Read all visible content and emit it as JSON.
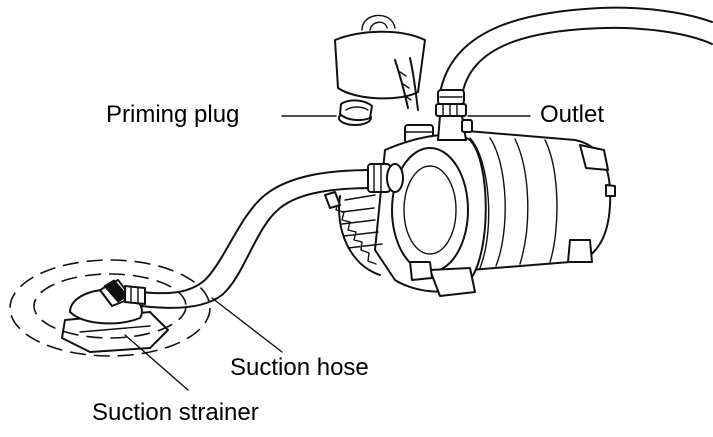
{
  "labels": {
    "priming_plug": "Priming plug",
    "outlet": "Outlet",
    "suction_hose": "Suction hose",
    "suction_strainer": "Suction strainer"
  }
}
